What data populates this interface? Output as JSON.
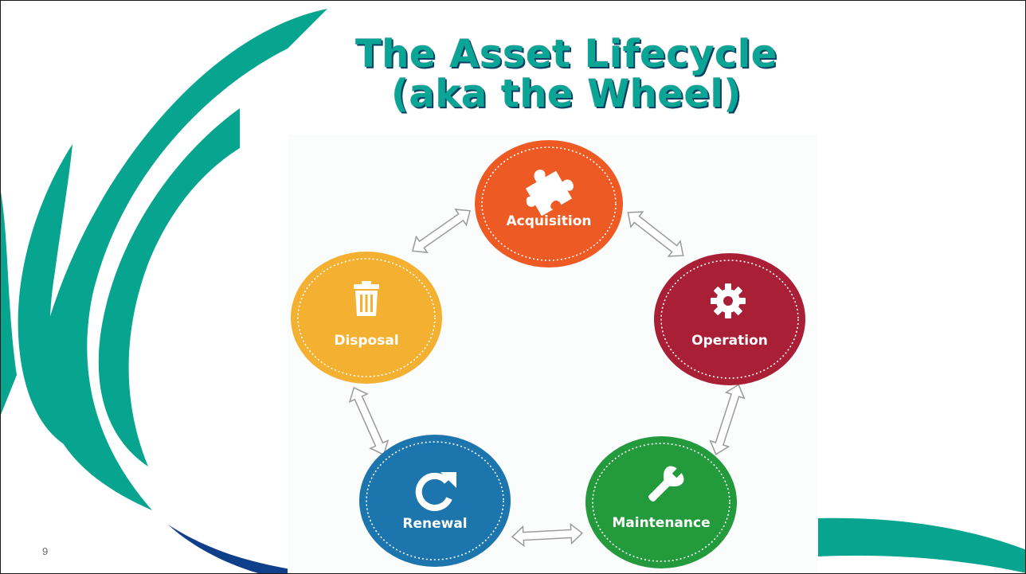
{
  "title": {
    "line1": "The Asset Lifecycle",
    "line2": "(aka the Wheel)"
  },
  "page_number": "9",
  "colors": {
    "teal": "#07a58f",
    "navy": "#0f3e8a",
    "acquisition": "#ee5a24",
    "operation": "#a81f36",
    "maintenance": "#239a3c",
    "renewal": "#1c76ad",
    "disposal": "#f4b030"
  },
  "lifecycle": {
    "stages": [
      {
        "label": "Acquisition",
        "icon": "puzzle-icon"
      },
      {
        "label": "Operation",
        "icon": "gear-icon"
      },
      {
        "label": "Maintenance",
        "icon": "wrench-icon"
      },
      {
        "label": "Renewal",
        "icon": "refresh-icon"
      },
      {
        "label": "Disposal",
        "icon": "trash-icon"
      }
    ]
  }
}
